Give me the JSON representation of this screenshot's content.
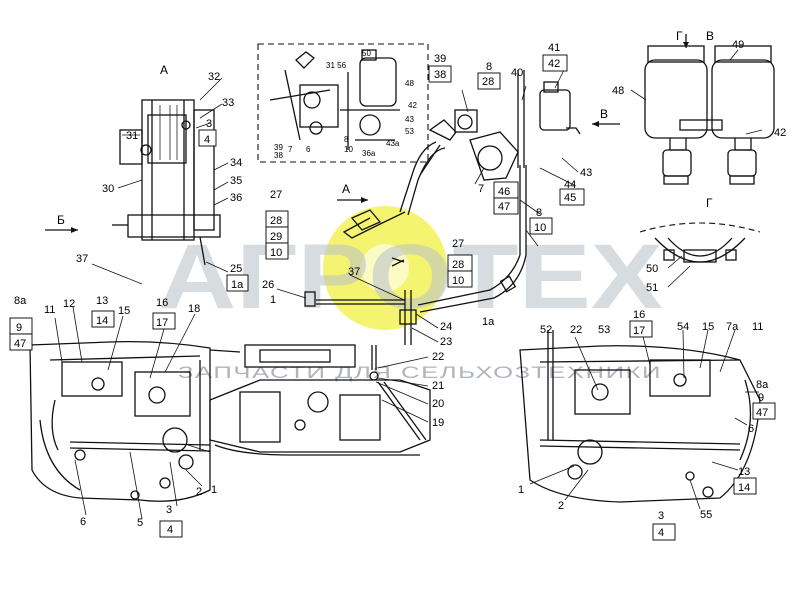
{
  "views": {
    "A_top": "А",
    "A_mid": "А",
    "B_left": "Б",
    "V_right": "В",
    "V_top": "В",
    "G_top": "Г",
    "G_mid": "Г"
  },
  "labels": {
    "l1a": "1",
    "l1b": "1",
    "l1c": "1",
    "l1a_box_a": "1а",
    "l1a_box_b": "1а",
    "l2a": "2",
    "l2b": "2",
    "l3a": "3",
    "l4a": "4",
    "l3b": "3",
    "l4b": "4",
    "l3c": "3",
    "l4c": "4",
    "l5": "5",
    "l6a": "6",
    "l6b": "6",
    "l7": "7",
    "l7a": "7а",
    "l8": "8",
    "l8b": "8",
    "l8a_a": "8а",
    "l8a_b": "8а",
    "l9a": "9",
    "l9b": "9",
    "l10a": "10",
    "l10b": "10",
    "l10c": "10",
    "l11a": "11",
    "l11b": "11",
    "l12": "12",
    "l13a": "13",
    "l14a": "14",
    "l13b": "13",
    "l14b": "14",
    "l15a": "15",
    "l15b": "15",
    "l16a": "16",
    "l17a": "17",
    "l16b": "16",
    "l17b": "17",
    "l18": "18",
    "l19": "19",
    "l20": "20",
    "l21": "21",
    "l22a": "22",
    "l22b": "22",
    "l23": "23",
    "l24": "24",
    "l25": "25",
    "l26": "26",
    "l27a": "27",
    "l28a": "28",
    "l29": "29",
    "l27b": "27",
    "l28b": "28",
    "l28c": "28",
    "l30": "30",
    "l31": "31",
    "l32": "32",
    "l33": "33",
    "l34": "34",
    "l35": "35",
    "l36": "36",
    "l37a": "37",
    "l37b": "37",
    "l38": "38",
    "l39": "39",
    "l40": "40",
    "l41": "41",
    "l42a": "42",
    "l42b": "42",
    "l43": "43",
    "l44": "44",
    "l45": "45",
    "l46": "46",
    "l47a": "47",
    "l47b": "47",
    "l47c": "47",
    "l48": "48",
    "l49": "49",
    "l50": "50",
    "l51": "51",
    "l52": "52",
    "l53": "53",
    "l54": "54",
    "l55": "55"
  },
  "inset_labels": [
    "31 56",
    "50",
    "48",
    "42",
    "43",
    "53",
    "10",
    "36а",
    "43а",
    "8",
    "7",
    "6",
    "39",
    "38"
  ],
  "watermark": {
    "main": "АГРОТЕХ",
    "sub": "ЗАПЧАСТИ ДЛЯ СЕЛЬХОЗТЕХНИКИ",
    "color": "#b8c0ca",
    "gear_color": "#f2f040"
  }
}
